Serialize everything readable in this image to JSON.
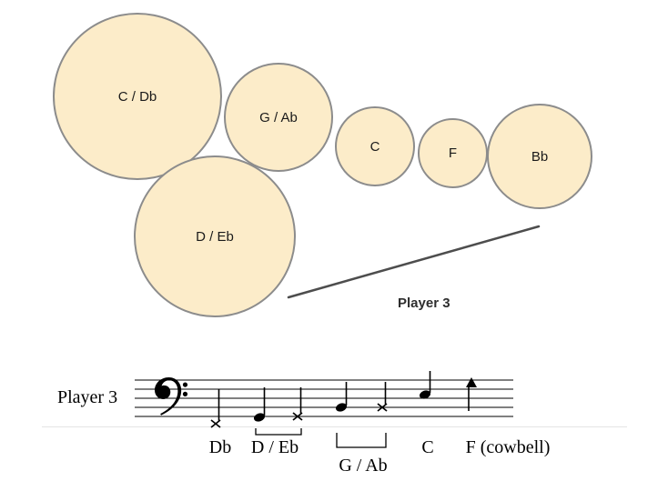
{
  "diagram": {
    "circles": [
      {
        "id": "c-db",
        "label": "C / Db"
      },
      {
        "id": "g-ab",
        "label": "G / Ab"
      },
      {
        "id": "c",
        "label": "C"
      },
      {
        "id": "f",
        "label": "F"
      },
      {
        "id": "bb",
        "label": "Bb"
      },
      {
        "id": "d-eb",
        "label": "D / Eb"
      }
    ],
    "player_label": "Player 3"
  },
  "notation": {
    "player_label": "Player 3",
    "clef": "bass",
    "notes": [
      {
        "notehead": "x"
      },
      {
        "notehead": "filled"
      },
      {
        "notehead": "x"
      },
      {
        "notehead": "filled"
      },
      {
        "notehead": "x"
      },
      {
        "notehead": "filled"
      },
      {
        "notehead": "triangle"
      }
    ],
    "labels": [
      "Db",
      "D / Eb",
      "G / Ab",
      "C",
      "F (cowbell)"
    ]
  },
  "colors": {
    "circle_fill": "#fcecc9",
    "circle_border": "#8c8c8c",
    "line": "#4d4d4d"
  }
}
